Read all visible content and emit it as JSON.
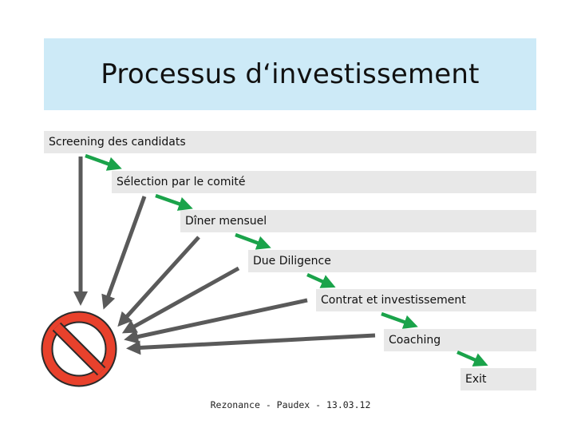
{
  "title": "Processus d‘investissement",
  "stages": [
    "Screening des candidats",
    "Sélection par le comité",
    "Dîner mensuel",
    "Due Diligence",
    "Contrat et investissement",
    "Coaching",
    "Exit"
  ],
  "footer": "Rezonance - Paudex - 13.03.12",
  "colors": {
    "title_bg": "#cdeaf7",
    "stage_bg": "#e8e8e8",
    "progress_arrow": "#1aa34a",
    "reject_arrow": "#5a5a5a",
    "stop_sign": "#e8412c"
  },
  "icons": {
    "stop": "prohibition-sign-icon"
  }
}
